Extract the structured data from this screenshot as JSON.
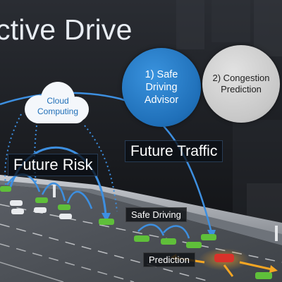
{
  "title": "ctive Drive",
  "advisor": {
    "line1": "1) Safe",
    "line2": "Driving",
    "line3": "Advisor"
  },
  "congestion": {
    "line1": "2) Congestion",
    "line2": "Prediction"
  },
  "cloud": {
    "line1": "Cloud",
    "line2": "Computing"
  },
  "future_risk": "Future Risk",
  "future_traffic": "Future Traffic",
  "safe_driving": "Safe Driving",
  "prediction": "Prediction",
  "colors": {
    "accent_blue": "#1f6fb8",
    "arrow_blue": "#3d8fe0",
    "car_green": "#5fbf3a",
    "car_red": "#d8322a",
    "orange_arrow": "#f5a623"
  }
}
